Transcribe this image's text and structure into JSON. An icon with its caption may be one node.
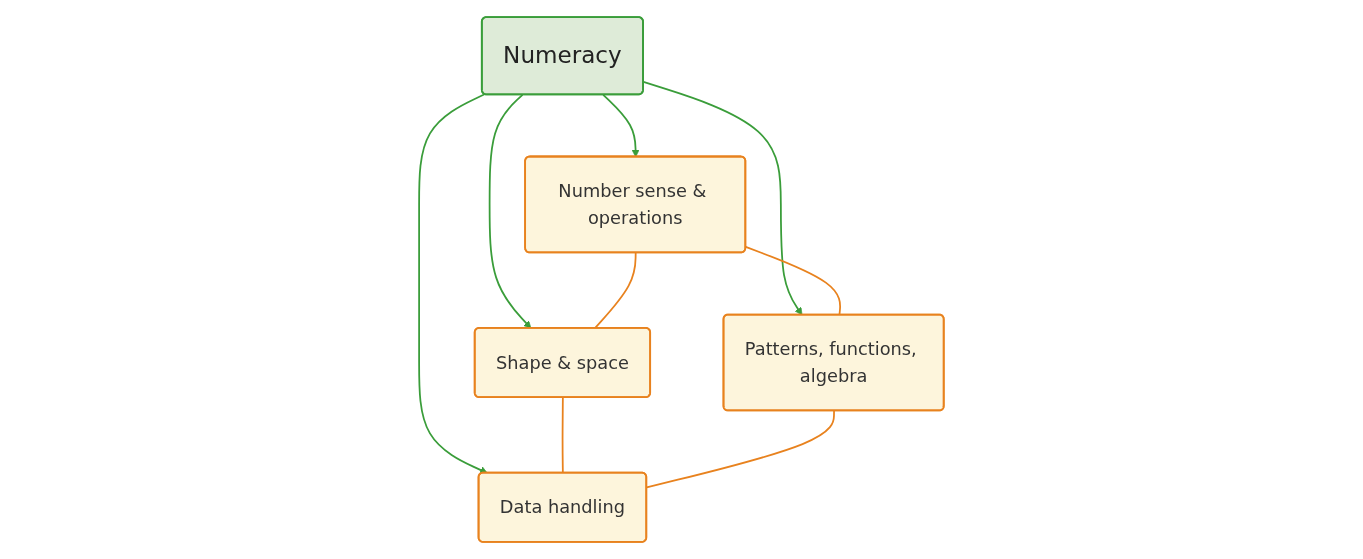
{
  "diagram": {
    "nodes": [
      {
        "text": [
          "Shape & space"
        ]
      },
      {
        "text": [
          "Number sense & operations"
        ]
      },
      {
        "text": [
          "Numeracy"
        ]
      },
      {
        "text": [
          "Data handling"
        ]
      },
      {
        "text": [
          "Patterns, functions, algebra"
        ]
      }
    ],
    "edges": [
      {
        "from": 2,
        "to": 0,
        "arrow": "to",
        "color": "#3a9d3a"
      },
      {
        "from": 2,
        "to": 1,
        "arrow": "to",
        "color": "#3a9d3a"
      },
      {
        "from": 2,
        "to": 3,
        "arrow": "to",
        "color": "#3a9d3a"
      },
      {
        "from": 2,
        "to": 4,
        "arrow": "to",
        "color": "#3a9d3a"
      },
      {
        "from": 1,
        "to": 0,
        "arrow": "none",
        "color": "#e8821e"
      },
      {
        "from": 0,
        "to": 3,
        "arrow": "none",
        "color": "#e8821e"
      },
      {
        "from": 1,
        "to": 4,
        "arrow": "none",
        "color": "#e8821e"
      },
      {
        "from": 4,
        "to": 3,
        "arrow": "none",
        "color": "#e8821e"
      }
    ]
  }
}
